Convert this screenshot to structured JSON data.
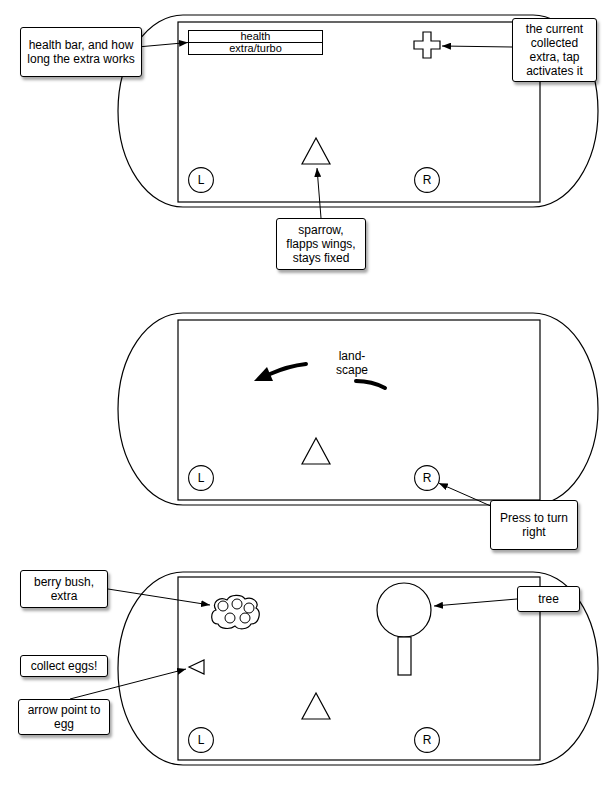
{
  "diagram": {
    "nodes": [
      {
        "text": [
          "health bar, and how long the extra works"
        ]
      },
      {
        "text": [
          "health"
        ]
      },
      {
        "text": [
          "extra/turbo"
        ]
      },
      {
        "text": [
          "the current collected extra, tap activates it"
        ]
      },
      {
        "text": [
          "L"
        ]
      },
      {
        "text": [
          "R"
        ]
      },
      {
        "text": [
          "sparrow, flapps wings, stays fixed"
        ]
      },
      {
        "text": [
          "L"
        ]
      },
      {
        "text": [
          "R"
        ]
      },
      {
        "text": [
          "Press to turn right"
        ]
      },
      {
        "text": [
          "berry bush, extra"
        ]
      },
      {
        "text": [
          "tree"
        ]
      },
      {
        "text": [
          "collect eggs!"
        ]
      },
      {
        "text": [
          "arrow point to egg"
        ]
      },
      {
        "text": [
          "L"
        ]
      },
      {
        "text": [
          "R"
        ]
      }
    ],
    "edges": [
      {
        "from": 0,
        "to": 1,
        "arrow": "to"
      },
      {
        "from": 9,
        "to": 8,
        "arrow": "to"
      }
    ],
    "labels": [
      "land- scape"
    ]
  }
}
